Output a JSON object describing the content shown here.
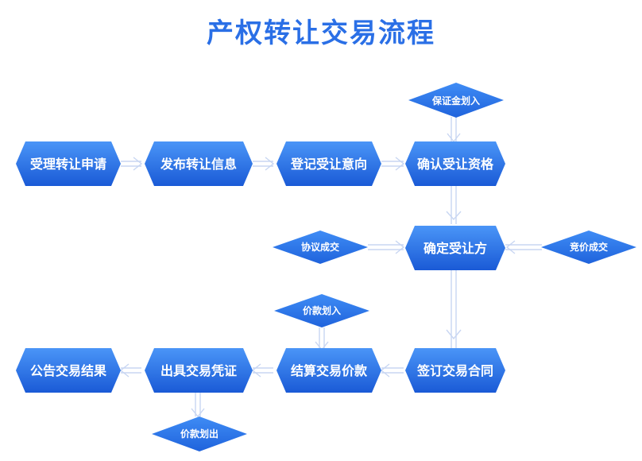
{
  "title": "产权转让交易流程",
  "colors": {
    "title": "#2a6fe6",
    "node_light": "#3f8cf5",
    "node_dark": "#1a5ad6",
    "diamond": "#2a6fe6",
    "connector": "#c8d6f2"
  },
  "nodes": {
    "apply": "受理转让申请",
    "publish": "发布转让信息",
    "register": "登记受让意向",
    "confirm_qual": "确认受让资格",
    "determine": "确定受让方",
    "contract": "签订交易合同",
    "settle": "结算交易价款",
    "voucher": "出具交易凭证",
    "announce": "公告交易结果"
  },
  "diamonds": {
    "deposit_in": "保证金划入",
    "agreement_deal": "协议成交",
    "bidding_deal": "竞价成交",
    "payment_in": "价款划入",
    "payment_out": "价款划出"
  }
}
